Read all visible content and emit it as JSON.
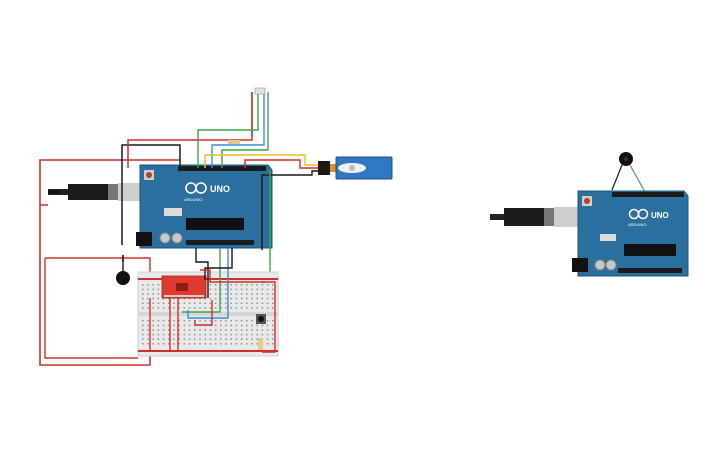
{
  "colors": {
    "background": "#ffffff",
    "arduino_board": "#2a6f9e",
    "arduino_dark": "#1f5a82",
    "wire_red": "#d0302b",
    "wire_black": "#1a1a1a",
    "wire_green": "#3aa84a",
    "wire_blue": "#3b8fd6",
    "wire_yellow": "#e6c21e",
    "wire_orange": "#e38a1e",
    "servo_blue": "#2f78c4",
    "breadboard": "#e9e9e9",
    "module_red": "#e03a2e"
  },
  "icons": {
    "usb_cable": "usb-plug-icon",
    "buzzer": "piezo-buzzer-icon",
    "servo": "servo-motor-icon",
    "potentiometer": "pushbutton-icon"
  },
  "left_board": {
    "label_uno": "UNO",
    "label_brand": "ARDUINO"
  },
  "right_board": {
    "label_uno": "UNO",
    "label_brand": "ARDUINO"
  }
}
